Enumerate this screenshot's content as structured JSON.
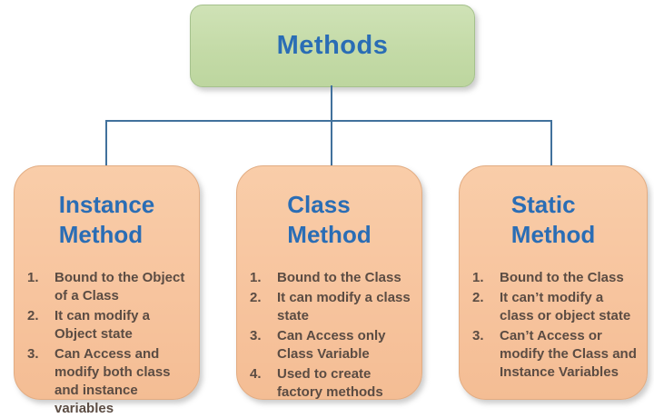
{
  "diagram": {
    "root": {
      "label": "Methods"
    },
    "branches": [
      {
        "title": "Instance\nMethod",
        "items": [
          {
            "num": "1.",
            "text": "Bound to the Object of a Class"
          },
          {
            "num": "2.",
            "text": "It can modify a Object state"
          },
          {
            "num": "3.",
            "text": "Can Access and modify both class and instance variables"
          }
        ]
      },
      {
        "title": "Class\nMethod",
        "items": [
          {
            "num": "1.",
            "text": "Bound to the Class"
          },
          {
            "num": "2.",
            "text": "It can modify a class state"
          },
          {
            "num": "3.",
            "text": "Can Access only Class Variable"
          },
          {
            "num": "4.",
            "text": "Used to create factory methods"
          }
        ]
      },
      {
        "title": "Static\nMethod",
        "items": [
          {
            "num": "1.",
            "text": "Bound to the Class"
          },
          {
            "num": "2.",
            "text": "It can’t modify a class or object state"
          },
          {
            "num": "3.",
            "text": "Can’t Access or modify the Class and Instance Variables"
          }
        ]
      }
    ],
    "colors": {
      "root_fill": "#c3daa6",
      "root_border": "#a5c18d",
      "branch_fill": "#f7c49e",
      "branch_border": "#e2ac82",
      "title_text": "#2a6db5",
      "body_text": "#5b4c43",
      "connector": "#41719c"
    }
  }
}
